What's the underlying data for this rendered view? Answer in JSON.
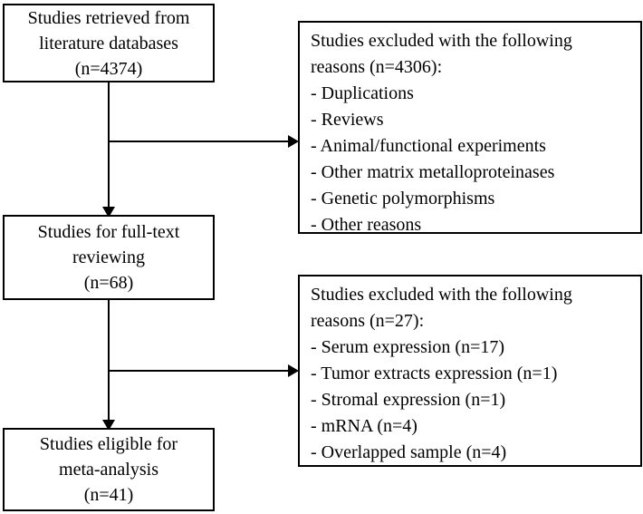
{
  "figure": {
    "kind": "study-selection-flowchart",
    "ink_color": "#000000",
    "background_color": "#ffffff"
  },
  "boxes": {
    "retrieved": {
      "lines": [
        "Studies retrieved from",
        "literature databases",
        "(n=4374)"
      ]
    },
    "excluded_screening": {
      "lines": [
        "Studies excluded with the following",
        "reasons (n=4306):",
        "- Duplications",
        "- Reviews",
        "- Animal/functional experiments",
        "- Other matrix metalloproteinases",
        "- Genetic polymorphisms",
        "- Other reasons"
      ]
    },
    "fulltext": {
      "lines": [
        "Studies for full-text",
        "reviewing",
        "(n=68)"
      ]
    },
    "excluded_fulltext": {
      "lines": [
        "Studies excluded with the following",
        "reasons (n=27):",
        "- Serum expression (n=17)",
        "- Tumor extracts expression (n=1)",
        "- Stromal expression (n=1)",
        "- mRNA (n=4)",
        "- Overlapped sample (n=4)"
      ]
    },
    "eligible": {
      "lines": [
        "Studies eligible for",
        "meta-analysis",
        "(n=41)"
      ]
    }
  }
}
